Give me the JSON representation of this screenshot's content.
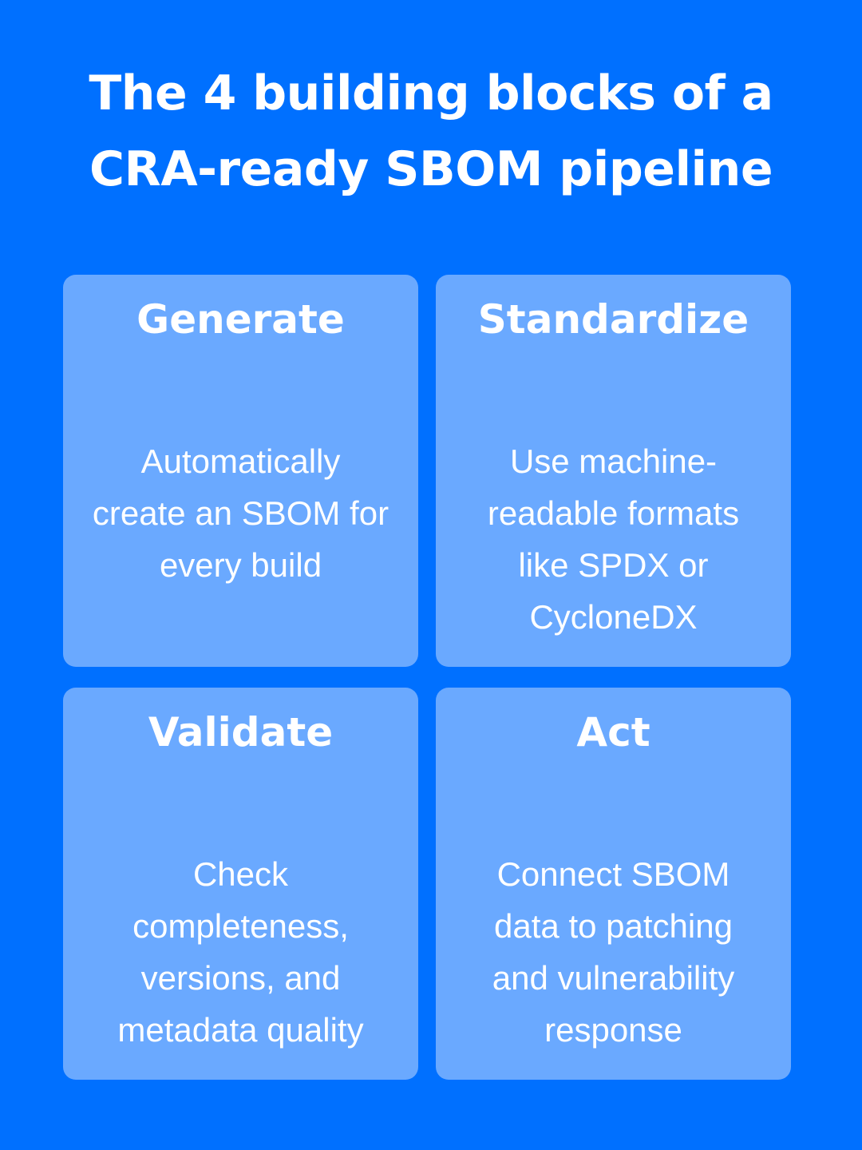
{
  "title": {
    "lines": [
      "The 4 building blocks of a",
      "CRA-ready SBOM pipeline"
    ]
  },
  "colors": {
    "background": "#0070FF",
    "card": "#6AA9FF",
    "text": "#FFFFFF"
  },
  "cards": [
    {
      "heading": "Generate",
      "body_lines": [
        "Automatically",
        "create an SBOM for",
        "every build"
      ]
    },
    {
      "heading": "Standardize",
      "body_lines": [
        "Use machine-",
        "readable formats",
        "like SPDX or",
        "CycloneDX"
      ]
    },
    {
      "heading": "Validate",
      "body_lines": [
        "Check",
        "completeness,",
        "versions, and",
        "metadata quality"
      ]
    },
    {
      "heading": "Act",
      "body_lines": [
        "Connect SBOM",
        "data to patching",
        "and vulnerability",
        "response"
      ]
    }
  ]
}
